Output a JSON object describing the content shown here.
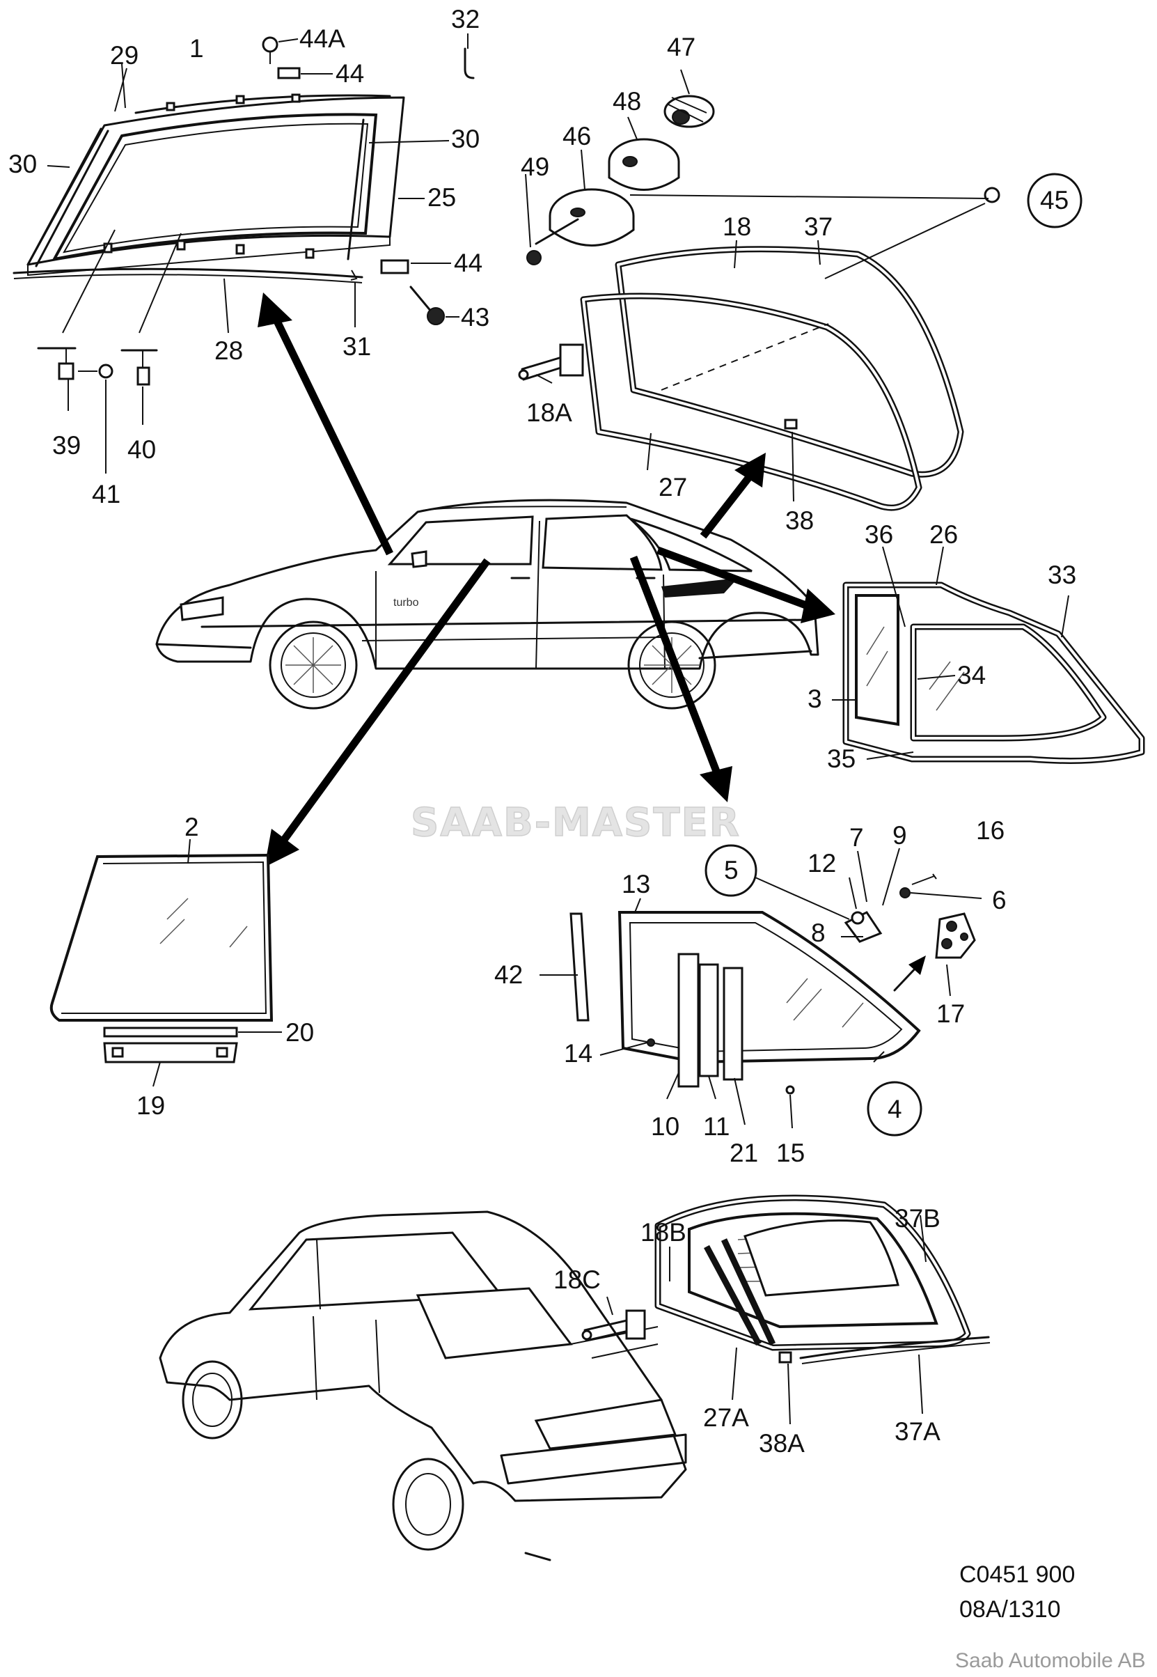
{
  "watermark": "SAAB-MASTER",
  "copyright": "Saab Automobile AB",
  "drawing_ref": {
    "line1": "C0451 900",
    "line2": "08A/1310"
  },
  "labels": {
    "p1": "1",
    "p2": "2",
    "p3": "3",
    "p4": "4",
    "p5": "5",
    "p6": "6",
    "p7": "7",
    "p8": "8",
    "p9": "9",
    "p10": "10",
    "p11": "11",
    "p12": "12",
    "p13": "13",
    "p14": "14",
    "p15": "15",
    "p16": "16",
    "p17": "17",
    "p18": "18",
    "p18a": "18A",
    "p18b": "18B",
    "p18c": "18C",
    "p19": "19",
    "p20": "20",
    "p21": "21",
    "p25": "25",
    "p26": "26",
    "p27": "27",
    "p27a": "27A",
    "p28": "28",
    "p29": "29",
    "p30a": "30",
    "p30b": "30",
    "p31": "31",
    "p32": "32",
    "p33": "33",
    "p34": "34",
    "p35": "35",
    "p36": "36",
    "p37": "37",
    "p37a": "37A",
    "p37b": "37B",
    "p38": "38",
    "p38a": "38A",
    "p39": "39",
    "p40": "40",
    "p41": "41",
    "p42": "42",
    "p43": "43",
    "p44a": "44",
    "p44b": "44",
    "p44c": "44A",
    "p45": "45",
    "p46": "46",
    "p47": "47",
    "p48": "48",
    "p49": "49"
  },
  "car_badge": "turbo"
}
